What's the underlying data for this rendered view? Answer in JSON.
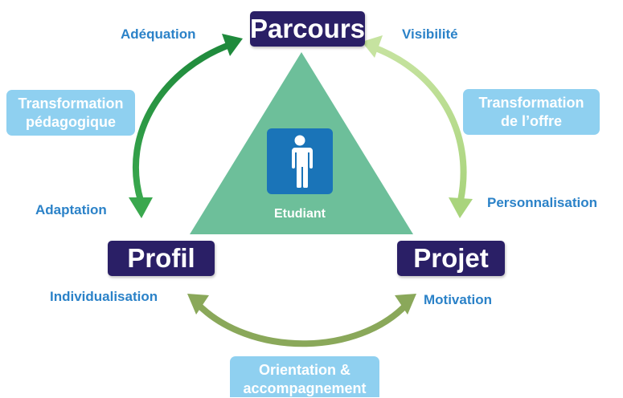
{
  "nodes": {
    "top": "Parcours",
    "left": "Profil",
    "right": "Projet"
  },
  "center": {
    "label": "Etudiant",
    "icon": "person-icon"
  },
  "labels": {
    "adequation": "Adéquation",
    "visibilite": "Visibilité",
    "adaptation": "Adaptation",
    "personnalisation": "Personnalisation",
    "individualisation": "Individualisation",
    "motivation": "Motivation"
  },
  "boxes": {
    "left": [
      "Transformation",
      "pédagogique"
    ],
    "right": [
      "Transformation",
      "de l’offre"
    ],
    "bottom": [
      "Orientation &",
      "accompagnement"
    ]
  },
  "colors": {
    "node_bg": "#2a1f66",
    "triangle": "#6dbf9a",
    "arrow_left": "#2e9a44",
    "arrow_right": "#b8dc8e",
    "arrow_bottom": "#8aa85a",
    "label_text": "#2b82c8",
    "box_bg": "#8fd0f0",
    "icon_bg": "#1a74b8"
  }
}
